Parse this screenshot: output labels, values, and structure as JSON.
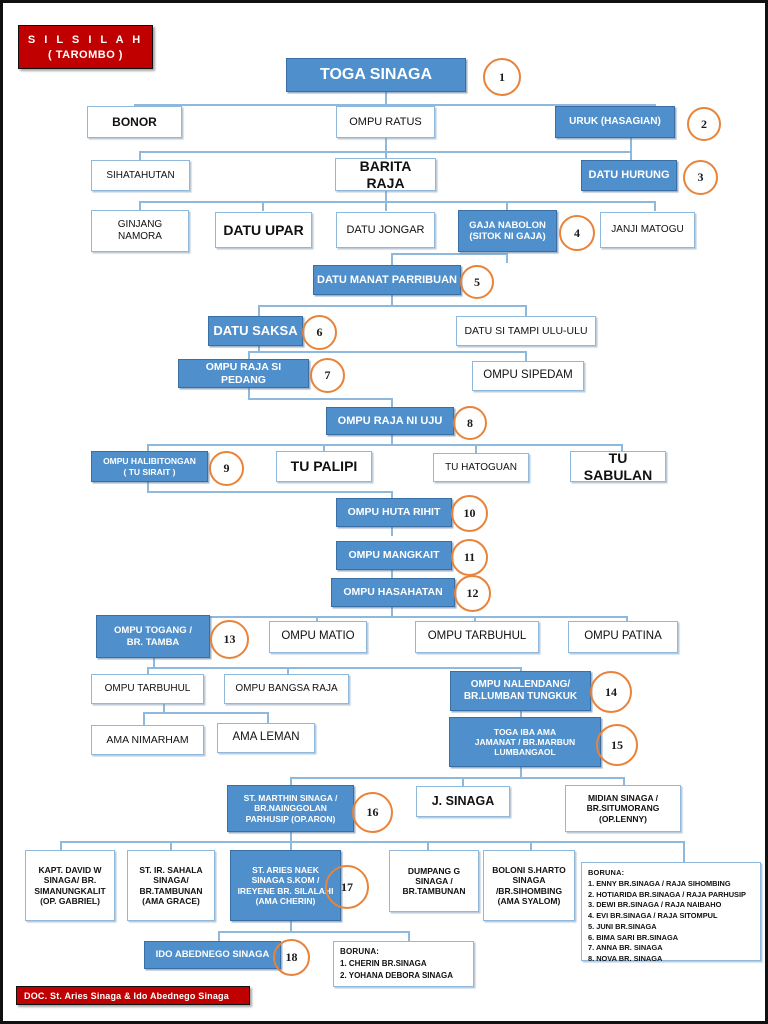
{
  "title_plate": {
    "line1": "S I L S I L A H",
    "line2": "( TAROMBO )"
  },
  "footer_plate": {
    "text": "DOC. St. Aries Sinaga & Ido Abednego Sinaga"
  },
  "colors": {
    "accent_red": "#C00000",
    "node_blue": "#4F8FCB",
    "node_border_blue": "#8FB8DD",
    "badge_orange": "#E8833A",
    "connector": "#8FB8DD"
  },
  "nodes": [
    {
      "id": "toga-sinaga",
      "label": "TOGA SINAGA",
      "badge": "1",
      "style": "blue"
    },
    {
      "id": "bonor",
      "label": "BONOR",
      "badge": null,
      "style": "white"
    },
    {
      "id": "ompu-ratus",
      "label": "OMPU RATUS",
      "badge": null,
      "style": "white"
    },
    {
      "id": "uruk-hasagian",
      "label": "URUK (HASAGIAN)",
      "badge": "2",
      "style": "blue"
    },
    {
      "id": "sihatahutan",
      "label": "SIHATAHUTAN",
      "badge": null,
      "style": "white"
    },
    {
      "id": "barita-raja",
      "label": "BARITA RAJA",
      "badge": null,
      "style": "white"
    },
    {
      "id": "datu-hurung",
      "label": "DATU HURUNG",
      "badge": "3",
      "style": "blue"
    },
    {
      "id": "ginjang-namora",
      "label": "GINJANG\nNAMORA",
      "badge": null,
      "style": "white"
    },
    {
      "id": "datu-upar",
      "label": "DATU UPAR",
      "badge": null,
      "style": "white"
    },
    {
      "id": "datu-jongar",
      "label": "DATU JONGAR",
      "badge": null,
      "style": "white"
    },
    {
      "id": "gaja-nabolon",
      "label": "GAJA NABOLON\n(SITOK NI GAJA)",
      "badge": "4",
      "style": "blue"
    },
    {
      "id": "janji-matogu",
      "label": "JANJI MATOGU",
      "badge": null,
      "style": "white"
    },
    {
      "id": "datu-manat-parribuan",
      "label": "DATU MANAT PARRIBUAN",
      "badge": "5",
      "style": "blue"
    },
    {
      "id": "datu-saksa",
      "label": "DATU SAKSA",
      "badge": "6",
      "style": "blue"
    },
    {
      "id": "datu-si-tampi-ulu-ulu",
      "label": "DATU SI TAMPI ULU-ULU",
      "badge": null,
      "style": "white"
    },
    {
      "id": "ompu-raja-si-pedang",
      "label": "OMPU RAJA SI PEDANG",
      "badge": "7",
      "style": "blue"
    },
    {
      "id": "ompu-sipedam",
      "label": "OMPU SIPEDAM",
      "badge": null,
      "style": "white"
    },
    {
      "id": "ompu-raja-ni-uju",
      "label": "OMPU RAJA NI UJU",
      "badge": "8",
      "style": "blue"
    },
    {
      "id": "ompu-halibitongan",
      "label": "OMPU HALIBITONGAN\n( TU SIRAIT )",
      "badge": "9",
      "style": "blue"
    },
    {
      "id": "tu-palipi",
      "label": "TU PALIPI",
      "badge": null,
      "style": "white"
    },
    {
      "id": "tu-hatoguan",
      "label": "TU HATOGUAN",
      "badge": null,
      "style": "white"
    },
    {
      "id": "tu-sabulan",
      "label": "TU SABULAN",
      "badge": null,
      "style": "white"
    },
    {
      "id": "ompu-huta-rihit",
      "label": "OMPU HUTA RIHIT",
      "badge": "10",
      "style": "blue"
    },
    {
      "id": "ompu-mangkait",
      "label": "OMPU MANGKAIT",
      "badge": "11",
      "style": "blue"
    },
    {
      "id": "ompu-hasahatan",
      "label": "OMPU HASAHATAN",
      "badge": "12",
      "style": "blue"
    },
    {
      "id": "ompu-togang-br-tamba",
      "label": "OMPU TOGANG /\nBR. TAMBA",
      "badge": "13",
      "style": "blue"
    },
    {
      "id": "ompu-matio",
      "label": "OMPU MATIO",
      "badge": null,
      "style": "white"
    },
    {
      "id": "ompu-tarbuhul-a",
      "label": "OMPU TARBUHUL",
      "badge": null,
      "style": "white"
    },
    {
      "id": "ompu-patina",
      "label": "OMPU PATINA",
      "badge": null,
      "style": "white"
    },
    {
      "id": "ompu-tarbuhul-b",
      "label": "OMPU TARBUHUL",
      "badge": null,
      "style": "white"
    },
    {
      "id": "ompu-bangsa-raja",
      "label": "OMPU BANGSA RAJA",
      "badge": null,
      "style": "white"
    },
    {
      "id": "ompu-nalendang",
      "label": "OMPU NALENDANG/\nBR.LUMBAN TUNGKUK",
      "badge": "14",
      "style": "blue"
    },
    {
      "id": "ama-nimarham",
      "label": "AMA NIMARHAM",
      "badge": null,
      "style": "white"
    },
    {
      "id": "ama-leman",
      "label": "AMA LEMAN",
      "badge": null,
      "style": "white"
    },
    {
      "id": "toga-iba-ama-jamanat",
      "label": "TOGA IBA                AMA\nJAMANAT / BR.MARBUN\nLUMBANGAOL",
      "badge": "15",
      "style": "blue"
    },
    {
      "id": "st-marthin-sinaga",
      "label": "ST. MARTHIN SINAGA /\nBR.NAINGGOLAN\nPARHUSIP (OP.ARON)",
      "badge": "16",
      "style": "blue"
    },
    {
      "id": "j-sinaga",
      "label": "J. SINAGA",
      "badge": null,
      "style": "white"
    },
    {
      "id": "midian-sinaga",
      "label": "MIDIAN SINAGA /\nBR.SITUMORANG\n(OP.LENNY)",
      "badge": null,
      "style": "white"
    },
    {
      "id": "kapt-david-w-sinaga",
      "label": "KAPT. DAVID W\nSINAGA/ BR.\nSIMANUNGKALIT\n(OP. GABRIEL)",
      "badge": null,
      "style": "white"
    },
    {
      "id": "st-ir-sahala-sinaga",
      "label": "ST. IR. SAHALA\nSINAGA/\nBR.TAMBUNAN\n(AMA GRACE)",
      "badge": null,
      "style": "white"
    },
    {
      "id": "st-aries-naek-sinaga",
      "label": "ST. ARIES NAEK\nSINAGA S.KOM /\nIREYENE BR. SILALAHI\n(AMA CHERIN)",
      "badge": "17",
      "style": "blue"
    },
    {
      "id": "dumpang-g-sinaga",
      "label": "DUMPANG G\nSINAGA /\nBR.TAMBUNAN",
      "badge": null,
      "style": "white"
    },
    {
      "id": "boloni-s-harto-sinaga",
      "label": "BOLONI S.HARTO\nSINAGA\n/BR.SIHOMBING\n(AMA SYALOM)",
      "badge": null,
      "style": "white"
    },
    {
      "id": "ido-abednego-sinaga",
      "label": "IDO ABEDNEGO SINAGA",
      "badge": "18",
      "style": "blue"
    }
  ],
  "legend_main": {
    "heading": "BORUNA:",
    "items": [
      "1. ENNY BR.SINAGA / RAJA SIHOMBING",
      "2. HOTIARIDA BR.SINAGA / RAJA PARHUSIP",
      "3. DEWI BR.SINAGA / RAJA NAIBAHO",
      "4. EVI BR.SINAGA / RAJA SITOMPUL",
      "5. JUNI BR.SINAGA",
      "6. BIMA SARI BR.SINAGA",
      "7. ANNA BR. SINAGA",
      "8. NOVA BR. SINAGA"
    ]
  },
  "legend_small": {
    "heading": "BORUNA:",
    "items": [
      "1. CHERIN BR.SINAGA",
      "2. YOHANA DEBORA SINAGA"
    ]
  }
}
